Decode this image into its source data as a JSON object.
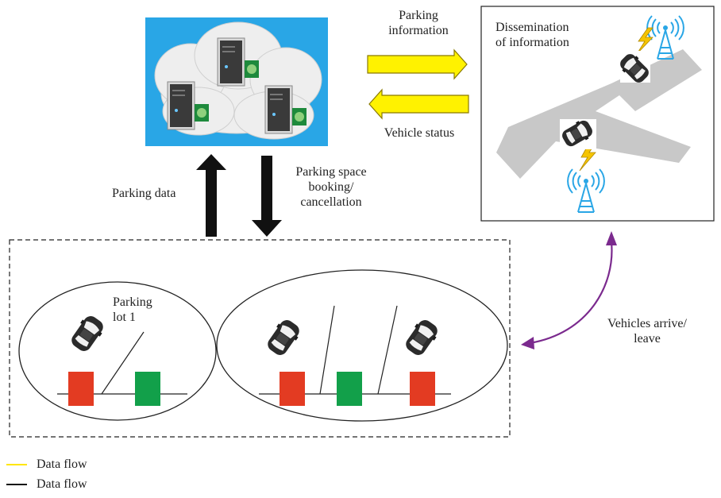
{
  "labels": {
    "parking_information": "Parking\ninformation",
    "vehicle_status": "Vehicle status",
    "dissemination": "Dissemination\nof information",
    "parking_data": "Parking data",
    "parking_space_booking": "Parking space\nbooking/\ncancellation",
    "parking_lot_1": "Parking\nlot 1",
    "vehicles_arrive": "Vehicles arrive/\nleave"
  },
  "legend": [
    {
      "label": "Data flow",
      "color": "#ffe600"
    },
    {
      "label": "Data flow",
      "color": "#111111"
    }
  ],
  "colors": {
    "cloud_background": "#29a6e6",
    "yellow_arrow": "#fff200",
    "yellow_arrow_outline": "#8a7a00",
    "black_arrow": "#111111",
    "purple_arrow": "#7b2a8e",
    "occupied_slot": "#e33b22",
    "free_slot": "#12a04a",
    "road": "#c8c8c8",
    "tower": "#29a6e6",
    "lightning": "#f5c400"
  },
  "icons": [
    "server-icon",
    "car-icon",
    "radio-tower-icon",
    "lightning-icon",
    "cloud-icon"
  ]
}
